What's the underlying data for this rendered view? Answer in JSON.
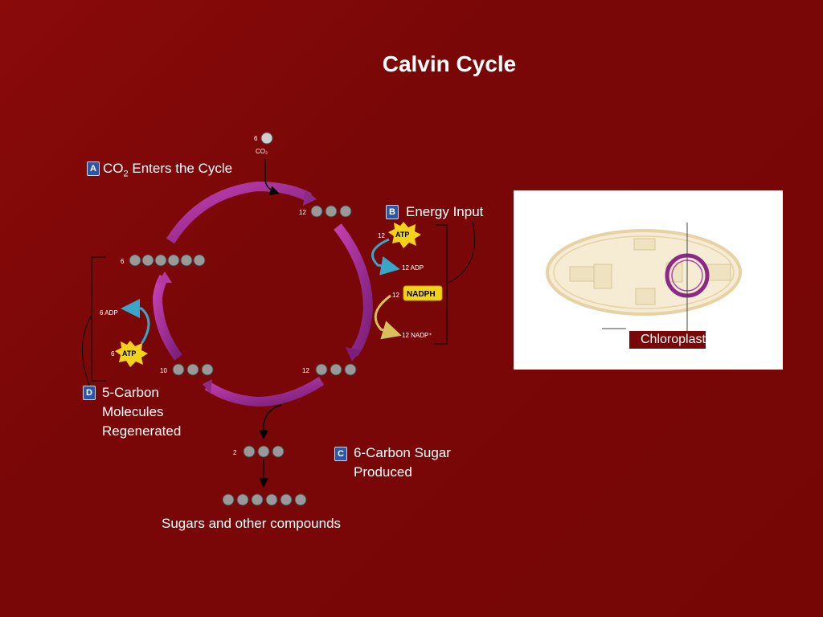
{
  "slide": {
    "title": "Calvin Cycle"
  },
  "steps": {
    "a": {
      "badge": "A",
      "co2": "CO",
      "co2_sub": "2",
      "text": "Enters the Cycle"
    },
    "b": {
      "badge": "B",
      "text": "Energy Input"
    },
    "c": {
      "badge": "C",
      "line1": "6-Carbon Sugar",
      "line2": "Produced"
    },
    "d": {
      "badge": "D",
      "line1": "5-Carbon",
      "line2": "Molecules",
      "line3": "Regenerated"
    }
  },
  "output_label": "Sugars and other compounds",
  "inset": {
    "label": "Chloroplast"
  },
  "diagram": {
    "co2_top": {
      "count": "6",
      "label": "CO₂"
    },
    "atp_label": "ATP",
    "nadph_label": "NADPH",
    "adp_right": "12 ADP",
    "nadp_right": "12 NADP⁺",
    "adp_left": "6 ADP",
    "n12": "12",
    "n6": "6",
    "n10": "10",
    "n2": "2"
  },
  "colors": {
    "background": "#7a0707",
    "cycle_arrow": "#9b2c8f",
    "atp_yellow": "#f3d21a",
    "arrow_blue": "#39a6c9",
    "badge_blue": "#2b57a6"
  }
}
